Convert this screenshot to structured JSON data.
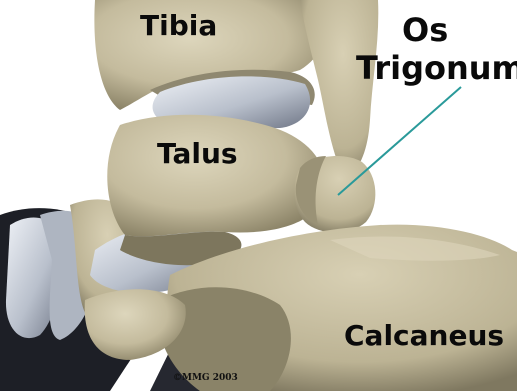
{
  "labels": {
    "tibia": "Tibia",
    "os": "Os",
    "trigonum": "Trigonum",
    "talus": "Talus",
    "calcaneus": "Calcaneus",
    "copyright": "©MMG 2003"
  },
  "colors": {
    "bone": "#c9c0a2",
    "bone_shadow": "#8c8468",
    "bone_highlight": "#ddd6bc",
    "cartilage": "#c2c8d2",
    "cartilage_shadow": "#6f7686",
    "dark": "#1d1f26",
    "pointer_line": "#2a9a9a"
  }
}
